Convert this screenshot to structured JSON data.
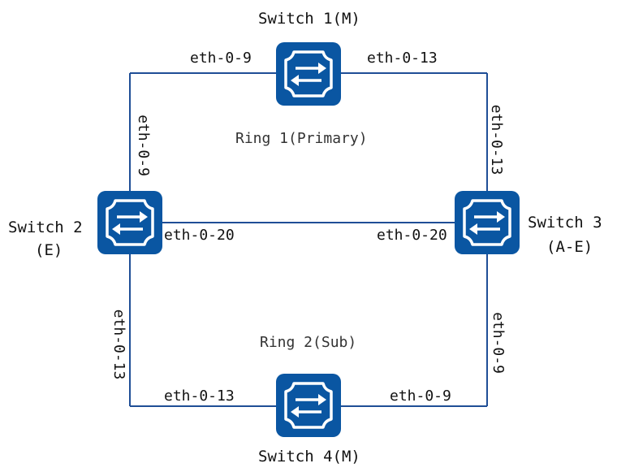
{
  "switches": {
    "s1": {
      "name": "Switch 1(M)"
    },
    "s2": {
      "name": "Switch 2",
      "role": "(E)"
    },
    "s3": {
      "name": "Switch 3",
      "role": "(A-E)"
    },
    "s4": {
      "name": "Switch 4(M)"
    }
  },
  "rings": {
    "ring1": "Ring 1(Primary)",
    "ring2": "Ring 2(Sub)"
  },
  "ports": {
    "s1_left": "eth-0-9",
    "s1_right": "eth-0-13",
    "s2_top": "eth-0-9",
    "s2_right": "eth-0-20",
    "s2_bottom": "eth-0-13",
    "s3_top": "eth-0-13",
    "s3_left": "eth-0-20",
    "s3_bottom": "eth-0-9",
    "s4_left": "eth-0-13",
    "s4_right": "eth-0-9"
  },
  "colors": {
    "link": "#1f4e96",
    "switch_fill": "#0a56a2",
    "switch_inner": "#ffffff"
  }
}
